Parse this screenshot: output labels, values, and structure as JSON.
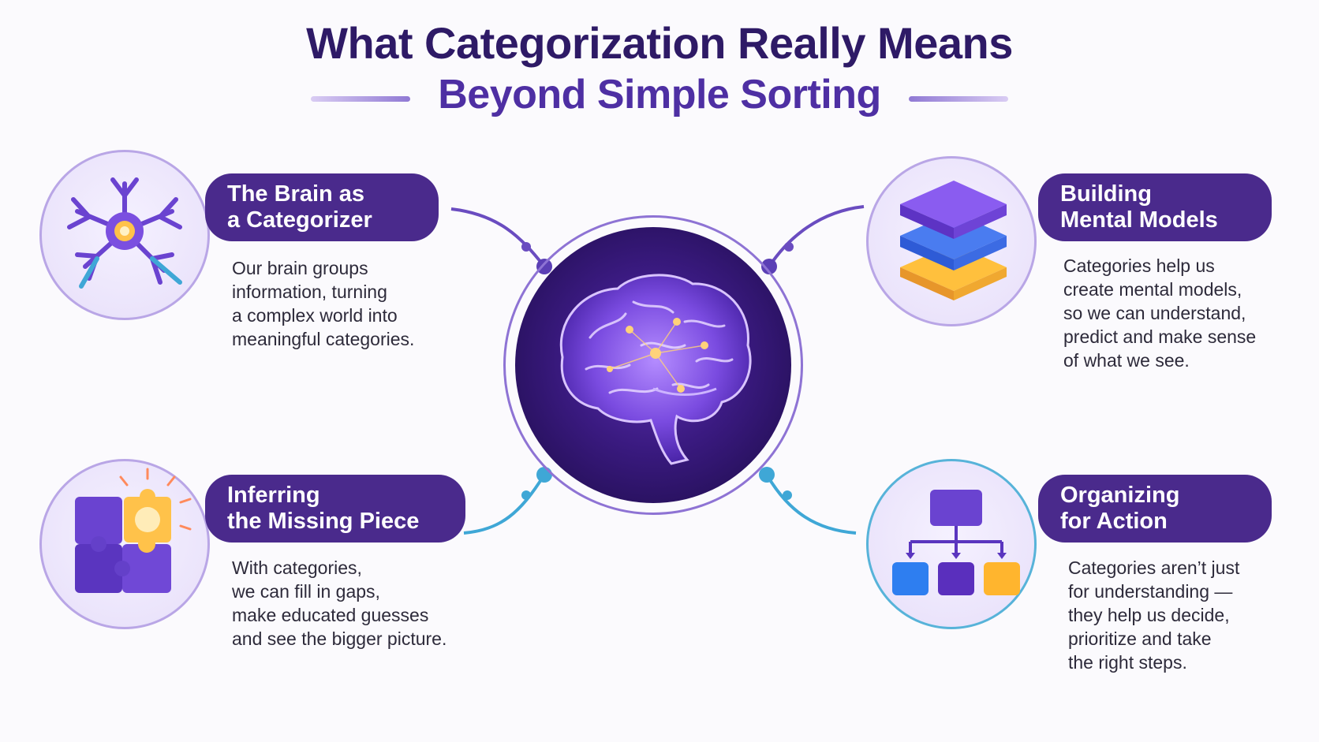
{
  "title": "What Categorization Really Means",
  "subtitle": "Beyond Simple Sorting",
  "colors": {
    "pill": "#4a2a8c",
    "title": "#2e1a66",
    "subtitle": "#4e2fa3",
    "purple_connector": "#6a4cc0",
    "blue_connector": "#3fa7d6"
  },
  "cards": [
    {
      "id": "brain-categorizer",
      "icon": "neuron-icon",
      "heading": [
        "The Brain as",
        "a Categorizer"
      ],
      "body": [
        "Our brain groups",
        "information, turning",
        "a complex world into",
        "meaningful categories."
      ]
    },
    {
      "id": "mental-models",
      "icon": "layers-stack-icon",
      "heading": [
        "Building",
        "Mental Models"
      ],
      "body": [
        "Categories help us",
        "create mental models,",
        "so we can understand,",
        "predict and make sense",
        "of what we see."
      ]
    },
    {
      "id": "missing-piece",
      "icon": "puzzle-icon",
      "heading": [
        "Inferring",
        "the Missing Piece"
      ],
      "body": [
        "With categories,",
        "we can fill in gaps,",
        "make educated guesses",
        "and see the bigger picture."
      ]
    },
    {
      "id": "organizing-action",
      "icon": "hierarchy-icon",
      "heading": [
        "Organizing",
        "for Action"
      ],
      "body": [
        "Categories aren’t just",
        "for understanding —",
        "they help us decide,",
        "prioritize and take",
        "the right steps."
      ]
    }
  ],
  "center_icon": "glowing-brain-icon"
}
